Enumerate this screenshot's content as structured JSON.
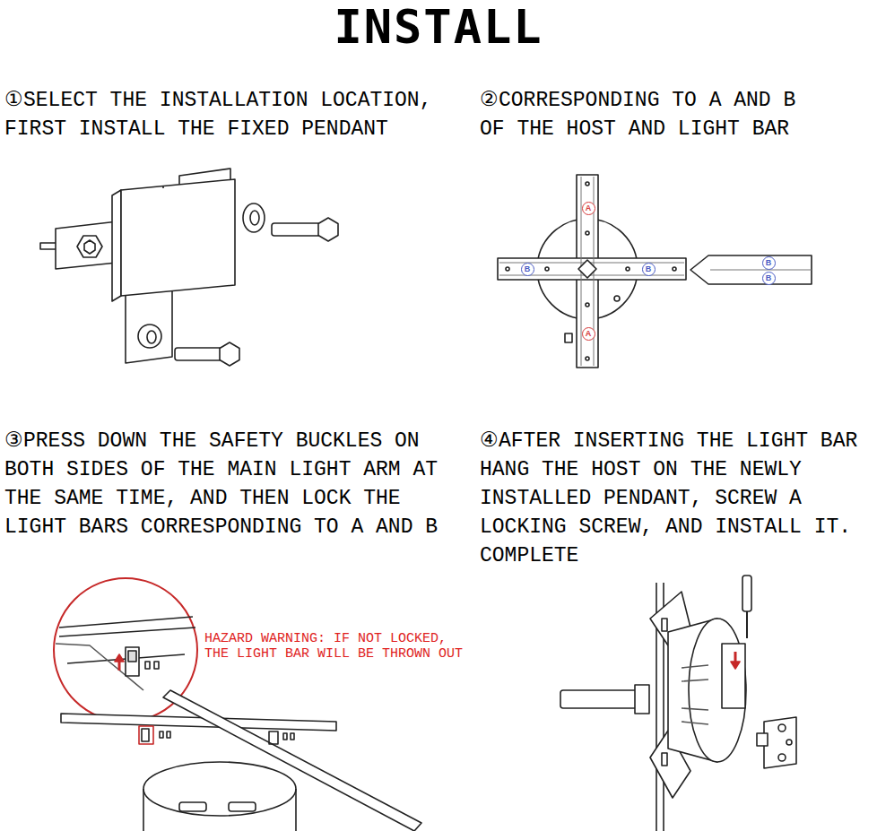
{
  "diagram": {
    "title": "INSTALL",
    "nodes": [
      {
        "text": [
          "A"
        ]
      },
      {
        "text": [
          "B"
        ]
      },
      {
        "text": [
          "B"
        ]
      },
      {
        "text": [
          "A"
        ]
      },
      {
        "text": [
          "B"
        ]
      },
      {
        "text": [
          "B"
        ]
      }
    ],
    "labels": [
      "①SELECT THE INSTALLATION LOCATION, FIRST INSTALL THE FIXED PENDANT",
      "②CORRESPONDING TO A AND B OF THE HOST AND LIGHT BAR",
      "③PRESS DOWN THE SAFETY BUCKLES ON BOTH SIDES OF THE MAIN LIGHT ARM AT THE SAME TIME, AND THEN LOCK THE LIGHT BARS CORRESPONDING TO A AND B",
      "④AFTER INSERTING THE LIGHT BAR HANG THE HOST ON THE NEWLY INSTALLED PENDANT, SCREW A LOCKING SCREW, AND INSTALL IT. COMPLETE",
      "HAZARD WARNING: IF NOT LOCKED, THE LIGHT BAR WILL BE THROWN OUT"
    ]
  }
}
